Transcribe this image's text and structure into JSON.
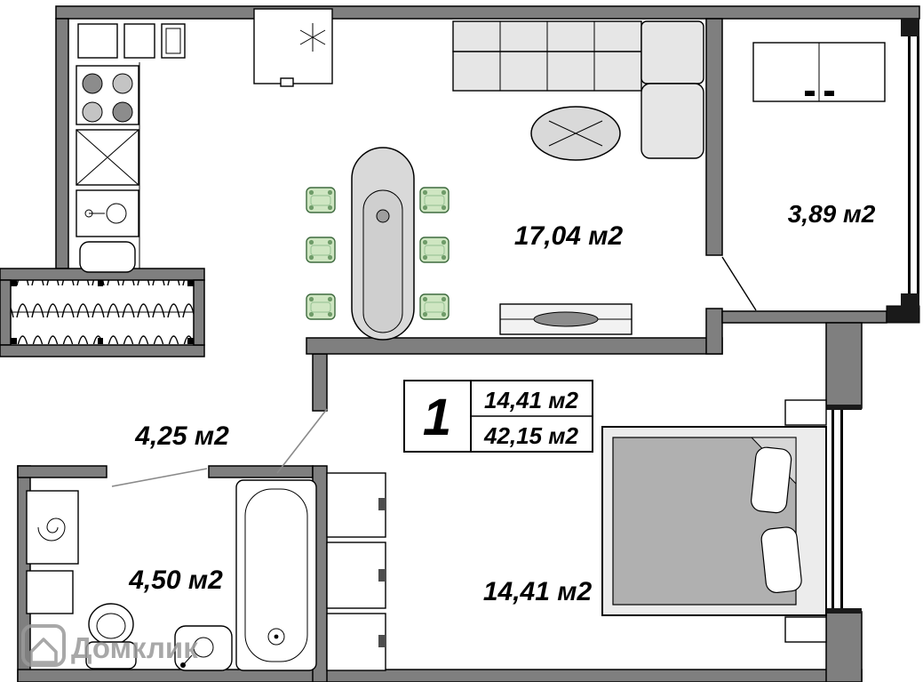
{
  "plan": {
    "rooms": {
      "living": {
        "area": "17,04 м2"
      },
      "balcony": {
        "area": "3,89 м2"
      },
      "hall": {
        "area": "4,25 м2"
      },
      "bathroom": {
        "area": "4,50 м2"
      },
      "bedroom": {
        "area": "14,41 м2"
      }
    },
    "info_box": {
      "room_count": "1",
      "living_area": "14,41 м2",
      "total_area": "42,15 м2"
    },
    "watermark": {
      "text": "Домклик"
    }
  },
  "colors": {
    "wall": "#7f7f7f",
    "furniture_gray": "#d9d9d9",
    "chair_green": "#cfe6c2",
    "mattress_gray": "#b0b0b0",
    "watermark_gray": "#9a9a9a"
  }
}
